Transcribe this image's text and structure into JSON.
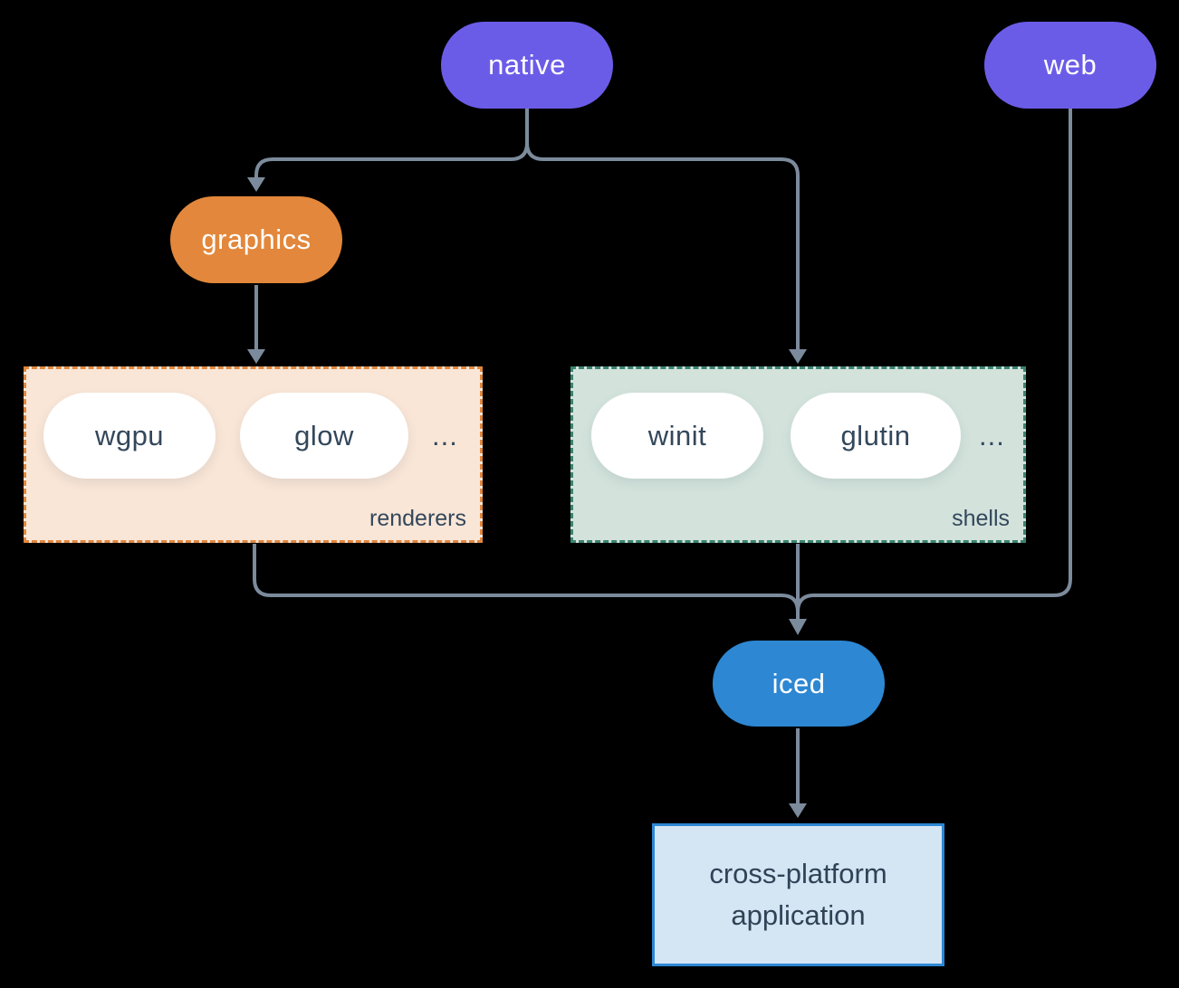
{
  "diagram": {
    "background_color": "#000000",
    "connector_color": "#7c8b9c",
    "text_dark_color": "#33475b",
    "nodes": {
      "native": {
        "label": "native",
        "color": "#6b5ce8",
        "text_color": "#ffffff"
      },
      "web": {
        "label": "web",
        "color": "#6b5ce8",
        "text_color": "#ffffff"
      },
      "graphics": {
        "label": "graphics",
        "color": "#e2873b",
        "text_color": "#ffffff"
      },
      "iced": {
        "label": "iced",
        "color": "#2d87d3",
        "text_color": "#ffffff"
      },
      "application": {
        "line1": "cross-platform",
        "line2": "application",
        "background": "#d4e5f4",
        "border_color": "#2d87d3",
        "text_color": "#2f4356"
      }
    },
    "groups": {
      "renderers": {
        "label": "renderers",
        "background": "#f9e6d7",
        "border_color": "#e0873f",
        "items": [
          {
            "label": "wgpu"
          },
          {
            "label": "glow"
          }
        ],
        "more": "..."
      },
      "shells": {
        "label": "shells",
        "background": "#d3e3dc",
        "border_color": "#3a8471",
        "items": [
          {
            "label": "winit"
          },
          {
            "label": "glutin"
          }
        ],
        "more": "..."
      }
    }
  }
}
